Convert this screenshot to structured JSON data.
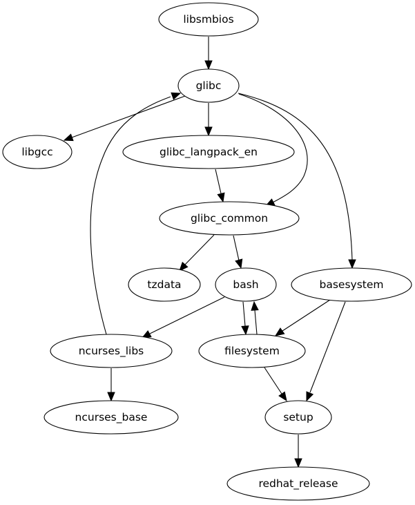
{
  "graph": {
    "type": "directed-dependency-graph",
    "nodes": [
      {
        "id": "libsmbios",
        "label": "libsmbios"
      },
      {
        "id": "glibc",
        "label": "glibc"
      },
      {
        "id": "libgcc",
        "label": "libgcc"
      },
      {
        "id": "glibc_langpack_en",
        "label": "glibc_langpack_en"
      },
      {
        "id": "glibc_common",
        "label": "glibc_common"
      },
      {
        "id": "tzdata",
        "label": "tzdata"
      },
      {
        "id": "bash",
        "label": "bash"
      },
      {
        "id": "basesystem",
        "label": "basesystem"
      },
      {
        "id": "ncurses_libs",
        "label": "ncurses_libs"
      },
      {
        "id": "filesystem",
        "label": "filesystem"
      },
      {
        "id": "ncurses_base",
        "label": "ncurses_base"
      },
      {
        "id": "setup",
        "label": "setup"
      },
      {
        "id": "redhat_release",
        "label": "redhat_release"
      }
    ],
    "edges": [
      {
        "from": "libsmbios",
        "to": "glibc"
      },
      {
        "from": "glibc",
        "to": "libgcc"
      },
      {
        "from": "glibc",
        "to": "glibc_langpack_en"
      },
      {
        "from": "glibc",
        "to": "glibc_common"
      },
      {
        "from": "glibc",
        "to": "basesystem"
      },
      {
        "from": "glibc_langpack_en",
        "to": "glibc_common"
      },
      {
        "from": "glibc_common",
        "to": "tzdata"
      },
      {
        "from": "glibc_common",
        "to": "bash"
      },
      {
        "from": "bash",
        "to": "ncurses_libs"
      },
      {
        "from": "bash",
        "to": "filesystem"
      },
      {
        "from": "filesystem",
        "to": "bash"
      },
      {
        "from": "basesystem",
        "to": "filesystem"
      },
      {
        "from": "basesystem",
        "to": "setup"
      },
      {
        "from": "ncurses_libs",
        "to": "glibc"
      },
      {
        "from": "ncurses_libs",
        "to": "ncurses_base"
      },
      {
        "from": "filesystem",
        "to": "setup"
      },
      {
        "from": "setup",
        "to": "redhat_release"
      }
    ]
  }
}
